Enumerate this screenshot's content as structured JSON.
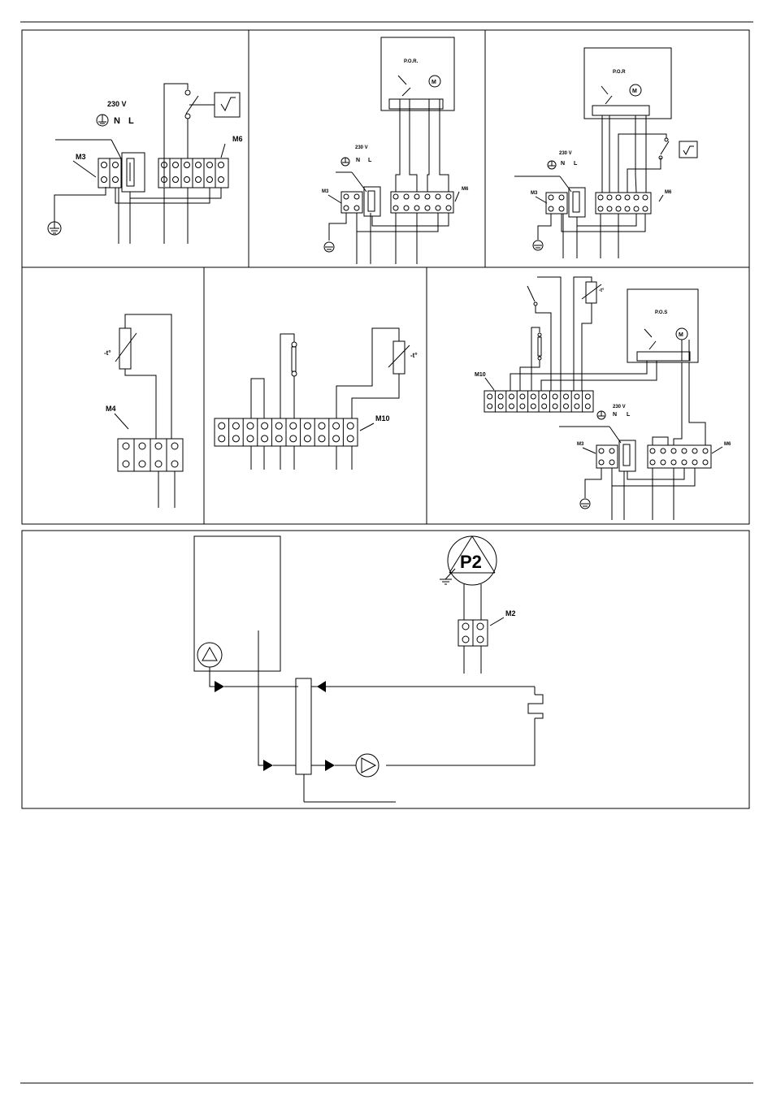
{
  "labels": {
    "voltage": "230 V",
    "neutral": "N",
    "line": "L",
    "m3": "M3",
    "m6": "M6",
    "m4": "M4",
    "m10": "M10",
    "m2": "M2",
    "por": "P.O.R.",
    "por2": "P.O.R",
    "pos": "P.O.S",
    "motor": "M",
    "pump": "P2",
    "temp_sensor": "-t°"
  }
}
